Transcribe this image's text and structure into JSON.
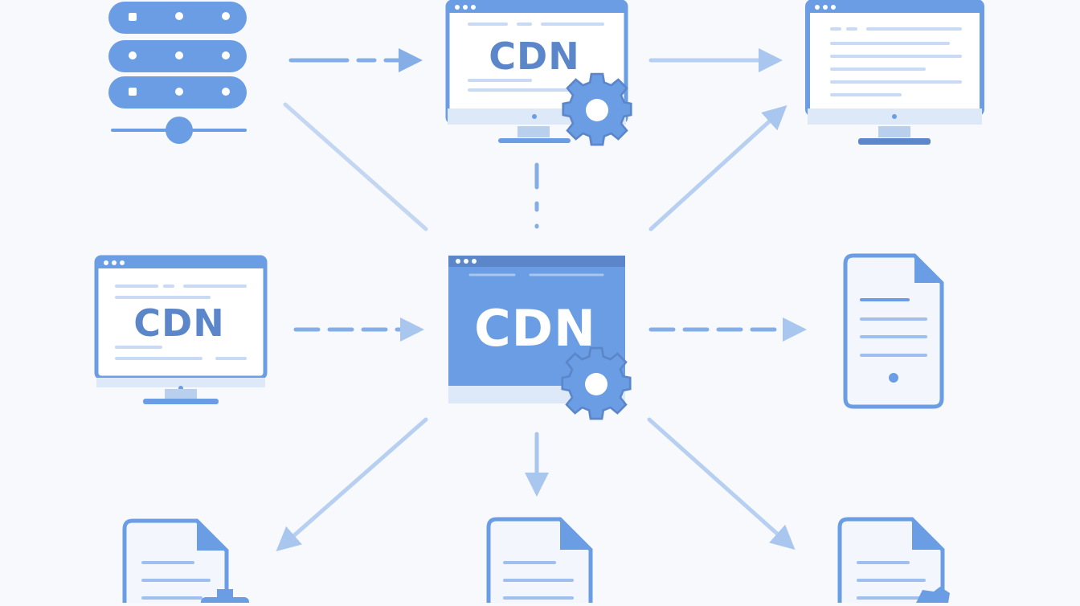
{
  "diagram": {
    "labels": {
      "top_cdn_monitor": "CDN",
      "left_cdn_monitor": "CDN",
      "central_cdn_hub": "CDN"
    },
    "colors": {
      "background": "#f7f9fc",
      "primary": "#6a9de3",
      "primary_dark": "#5b86c9",
      "light_fill": "#f3f7fd",
      "light_line": "#c9dbf4",
      "arrow": "#a9c6ef",
      "white": "#ffffff"
    },
    "icons": [
      "server-stack-icon",
      "monitor-icon",
      "gear-icon",
      "document-icon",
      "mobile-device-icon",
      "arrow-icon"
    ]
  }
}
